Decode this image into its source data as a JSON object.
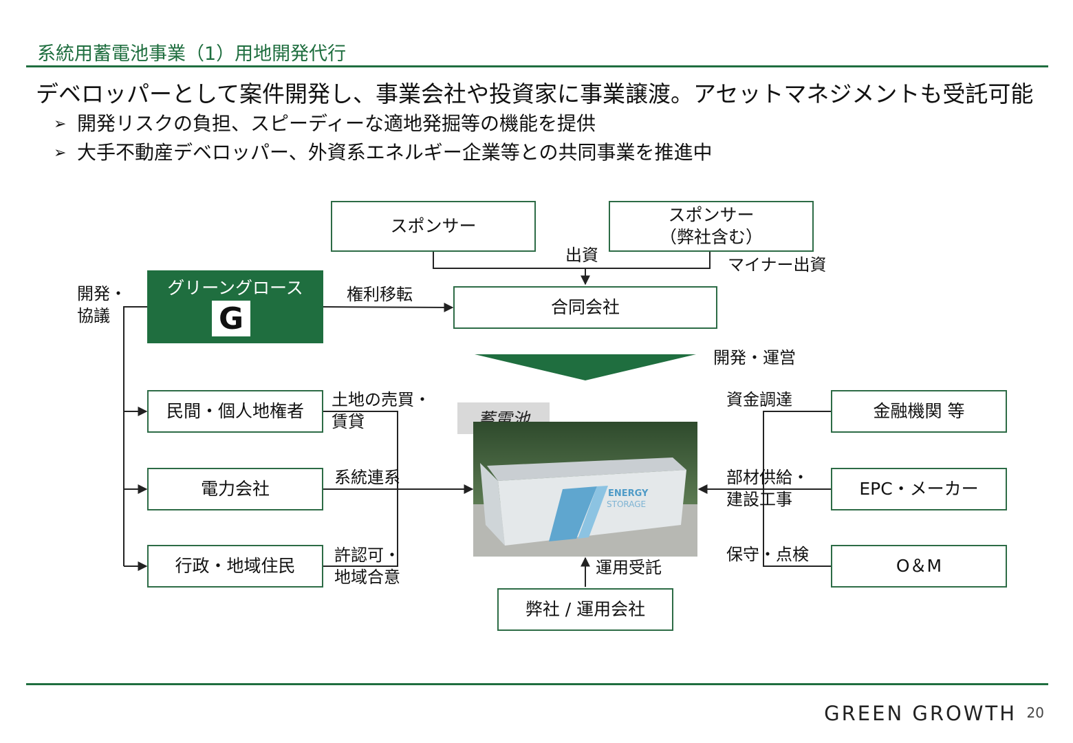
{
  "title": "系統用蓄電池事業（1）用地開発代行",
  "headline": "デベロッパーとして案件開発し、事業会社や投資家に事業譲渡。アセットマネジメントも受託可能",
  "bullets": [
    "開発リスクの負担、スピーディーな適地発掘等の機能を提供",
    "大手不動産デベロッパー、外資系エネルギー企業等との共同事業を推進中"
  ],
  "bullet_marker": "➢",
  "diagram": {
    "sponsor_left": "スポンサー",
    "sponsor_right_line1": "スポンサー",
    "sponsor_right_line2": "（弊社含む）",
    "label_investment": "出資",
    "label_minor_investment": "マイナー出資",
    "green_growth": "グリーングロース",
    "logo_letter": "G",
    "label_dev_consult_1": "開発・",
    "label_dev_consult_2": "協議",
    "label_rights_transfer": "権利移転",
    "joint_company": "合同会社",
    "label_dev_operation": "開発・運営",
    "landowners": "民間・個人地権者",
    "power_company": "電力会社",
    "government": "行政・地域住民",
    "label_land_1": "土地の売買・",
    "label_land_2": "賃貸",
    "label_grid": "系統連系",
    "label_permit_1": "許認可・",
    "label_permit_2": "地域合意",
    "battery_label": "蓄電池",
    "photo_text_1": "ENERGY",
    "photo_text_2": "STORAGE",
    "operator": "弊社 / 運用会社",
    "label_operation": "運用受託",
    "financial": "金融機関 等",
    "epc": "EPC・メーカー",
    "om": "O＆M",
    "label_funding": "資金調達",
    "label_supply_1": "部材供給・",
    "label_supply_2": "建設工事",
    "label_maintenance": "保守・点検"
  },
  "footer": {
    "brand": "GREEN GROWTH",
    "page_number": "20"
  },
  "colors": {
    "accent_green": "#1f6e3f",
    "line": "#222222"
  }
}
